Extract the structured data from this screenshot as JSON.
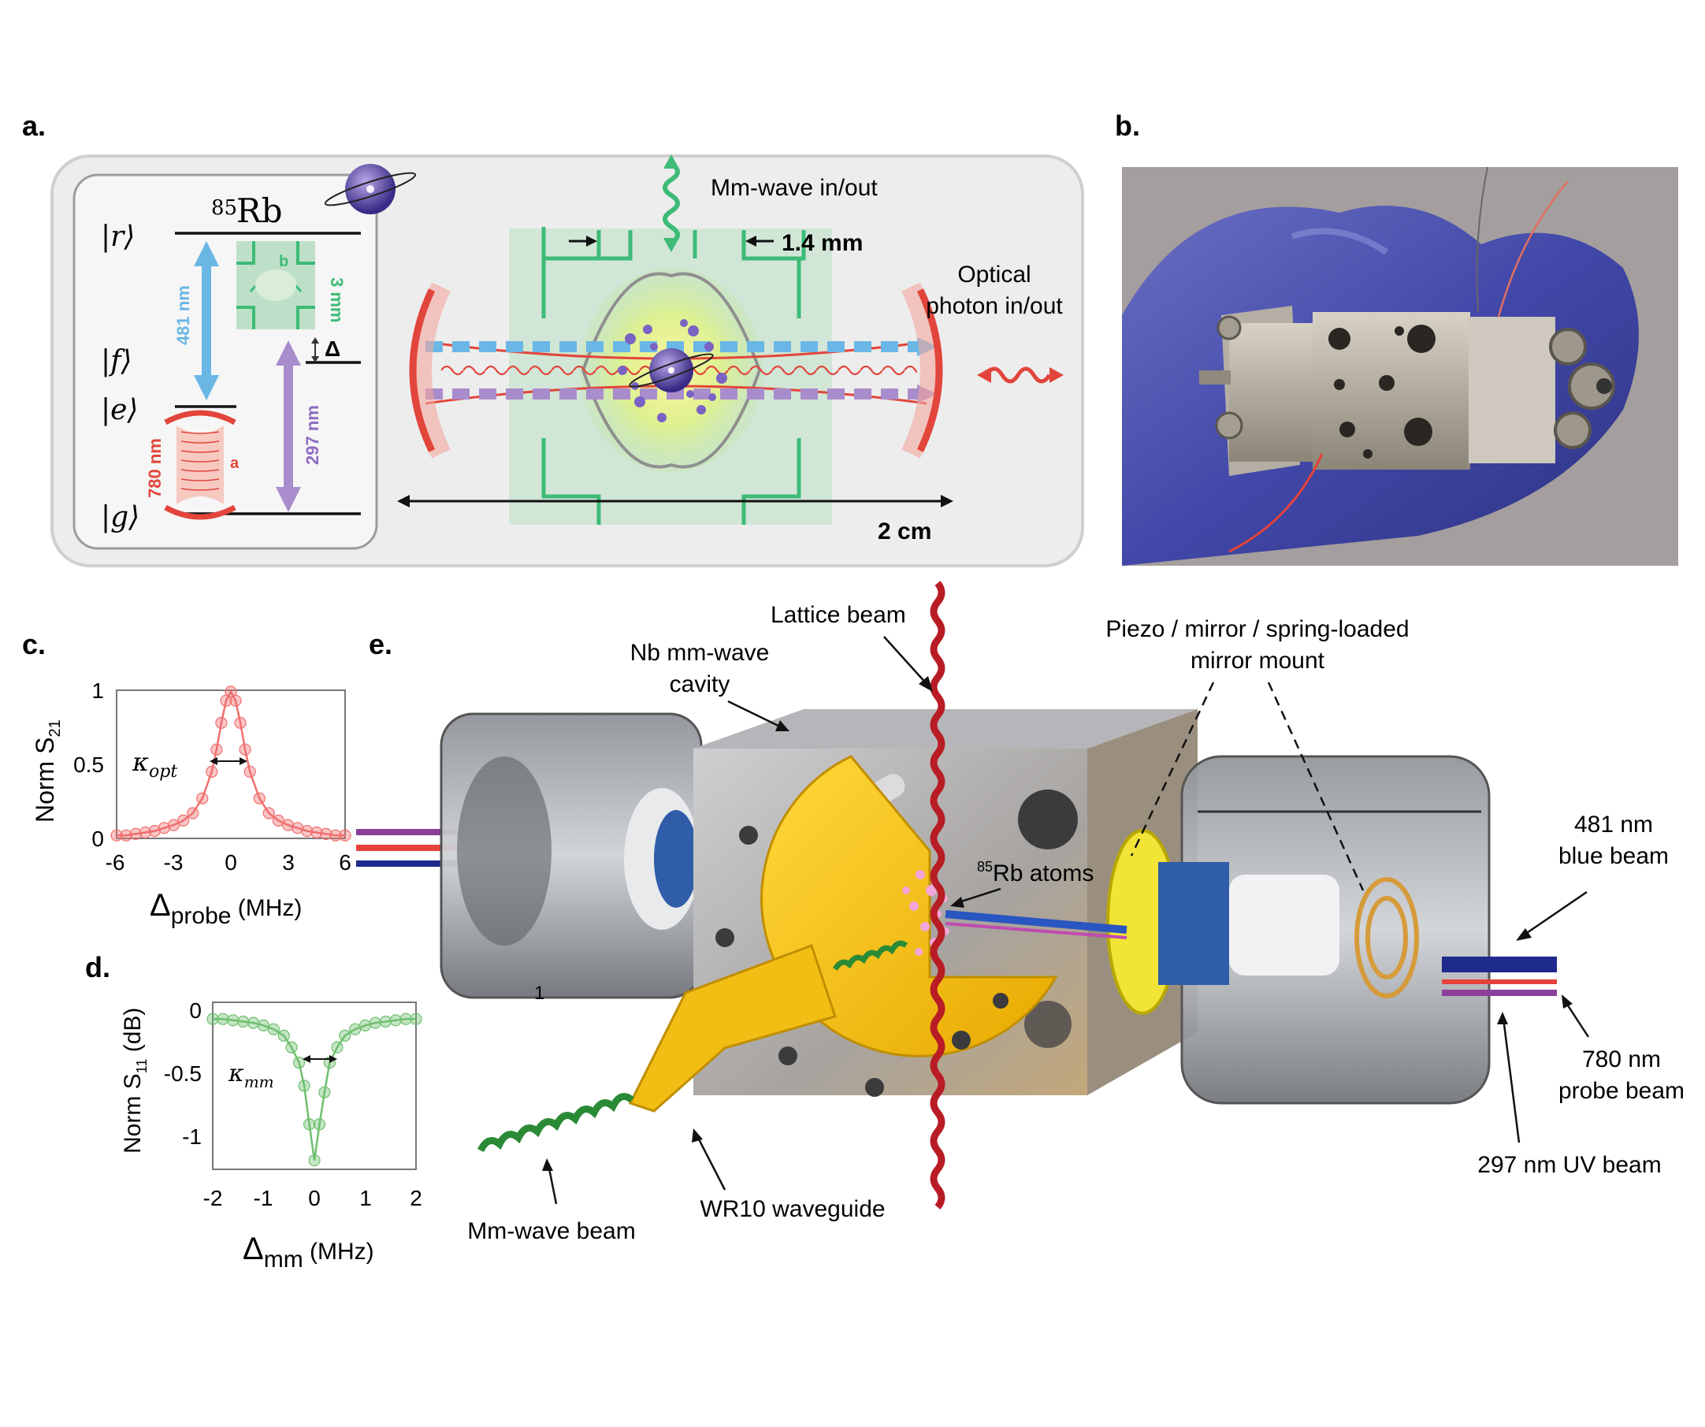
{
  "panels": {
    "a": "a.",
    "b": "b.",
    "c": "c.",
    "d": "d.",
    "e": "e."
  },
  "a": {
    "isotope_mass": "85",
    "isotope_sym": "Rb",
    "states": {
      "r": "|r⟩",
      "f": "|f⟩",
      "e": "|e⟩",
      "g": "|g⟩"
    },
    "delta": "Δ",
    "wl_481": "481 nm",
    "wl_297": "297 nm",
    "wl_780": "780 nm",
    "sub_a": "a",
    "sub_b": "b",
    "size_3mm": "3 mm",
    "mm_wave": "Mm-wave in/out",
    "size_14": "1.4 mm",
    "optical_1": "Optical",
    "optical_2": "photon in/out",
    "size_2cm": "2 cm"
  },
  "c": {
    "ylabel_main": "Norm S",
    "ylabel_sub": "21",
    "xlabel_main": "Δ",
    "xlabel_sub": "probe",
    "xlabel_unit": " (MHz)",
    "kappa": "κ",
    "kappa_sub": "opt",
    "yticks": [
      "1",
      "0.5",
      "0"
    ],
    "xticks": [
      "-6",
      "-3",
      "0",
      "3",
      "6"
    ]
  },
  "d": {
    "ylabel_main": "Norm S",
    "ylabel_sub": "11",
    "ylabel_unit": " (dB)",
    "xlabel_main": "Δ",
    "xlabel_sub": "mm",
    "xlabel_unit": " (MHz)",
    "kappa": "κ",
    "kappa_sub": "mm",
    "yticks": [
      "0",
      "-0.5",
      "-1"
    ],
    "xticks": [
      "-2",
      "-1",
      "0",
      "1",
      "2"
    ]
  },
  "e": {
    "lattice": "Lattice beam",
    "nb_1": "Nb mm-wave",
    "nb_2": "cavity",
    "piezo_1": "Piezo / mirror / spring-loaded",
    "piezo_2": "mirror mount",
    "atoms_sup": "85",
    "atoms": "Rb atoms",
    "blue_1": "481 nm",
    "blue_2": "blue beam",
    "probe_1": "780 nm",
    "probe_2": "probe beam",
    "uv": "297 nm UV beam",
    "mm_beam": "Mm-wave beam",
    "wr10": "WR10 waveguide",
    "one": "1"
  },
  "chart_data": [
    {
      "type": "scatter",
      "panel": "c",
      "ylabel": "Norm S21",
      "xlabel": "Δprobe (MHz)",
      "xlim": [
        -6,
        6
      ],
      "ylim": [
        0,
        1
      ],
      "annotation": "κopt",
      "series": [
        {
          "x": [
            -6,
            -5.5,
            -5,
            -4.5,
            -4,
            -3.5,
            -3,
            -2.5,
            -2,
            -1.5,
            -1,
            -0.75,
            -0.5,
            -0.25,
            0,
            0.25,
            0.5,
            0.75,
            1,
            1.5,
            2,
            2.5,
            3,
            3.5,
            4,
            4.5,
            5,
            5.5,
            6
          ],
          "y": [
            0.02,
            0.02,
            0.03,
            0.04,
            0.05,
            0.07,
            0.09,
            0.12,
            0.17,
            0.27,
            0.45,
            0.6,
            0.78,
            0.93,
            0.99,
            0.93,
            0.78,
            0.6,
            0.45,
            0.27,
            0.17,
            0.12,
            0.09,
            0.07,
            0.05,
            0.04,
            0.03,
            0.02,
            0.02
          ]
        }
      ],
      "color": "#ef6f6f"
    },
    {
      "type": "scatter",
      "panel": "d",
      "ylabel": "Norm S11 (dB)",
      "xlabel": "Δmm (MHz)",
      "xlim": [
        -2,
        2
      ],
      "ylim": [
        -1.25,
        0.05
      ],
      "annotation": "κmm",
      "series": [
        {
          "x": [
            -2,
            -1.8,
            -1.6,
            -1.4,
            -1.2,
            -1,
            -0.8,
            -0.6,
            -0.45,
            -0.3,
            -0.2,
            -0.1,
            0,
            0.1,
            0.2,
            0.3,
            0.45,
            0.6,
            0.8,
            1,
            1.2,
            1.4,
            1.6,
            1.8,
            2
          ],
          "y": [
            -0.08,
            -0.08,
            -0.09,
            -0.1,
            -0.11,
            -0.13,
            -0.16,
            -0.21,
            -0.3,
            -0.42,
            -0.6,
            -0.9,
            -1.18,
            -0.9,
            -0.65,
            -0.42,
            -0.3,
            -0.21,
            -0.16,
            -0.13,
            -0.11,
            -0.1,
            -0.09,
            -0.08,
            -0.08
          ]
        }
      ],
      "color": "#6fbf6f"
    }
  ]
}
